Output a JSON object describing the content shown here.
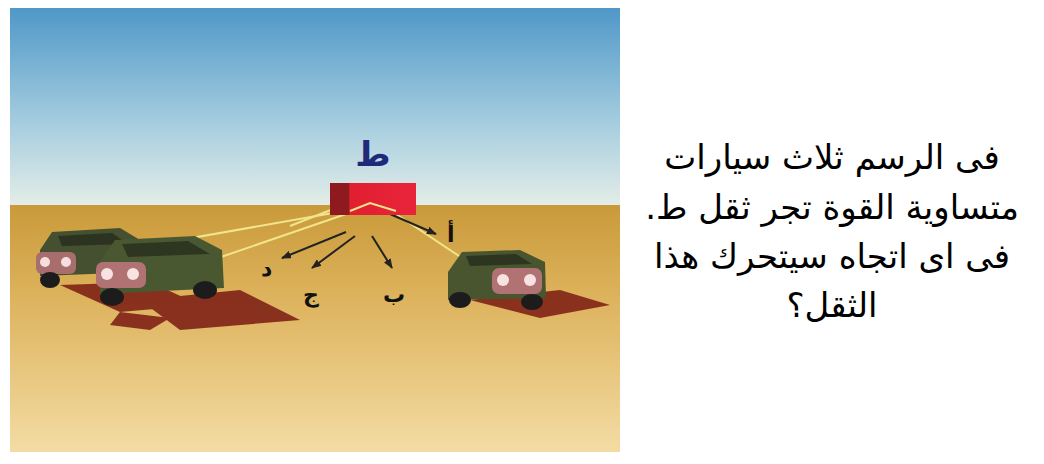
{
  "diagram": {
    "nodes": [
      {
        "text": [
          "ط"
        ]
      }
    ],
    "labels": [
      "أ",
      "ب",
      "ج",
      "د",
      "فى الرسم ثلاث سيارات متساوية القوة تجر ثقل ط. فى اى اتجاه سيتحرك هذا الثقل؟"
    ]
  }
}
